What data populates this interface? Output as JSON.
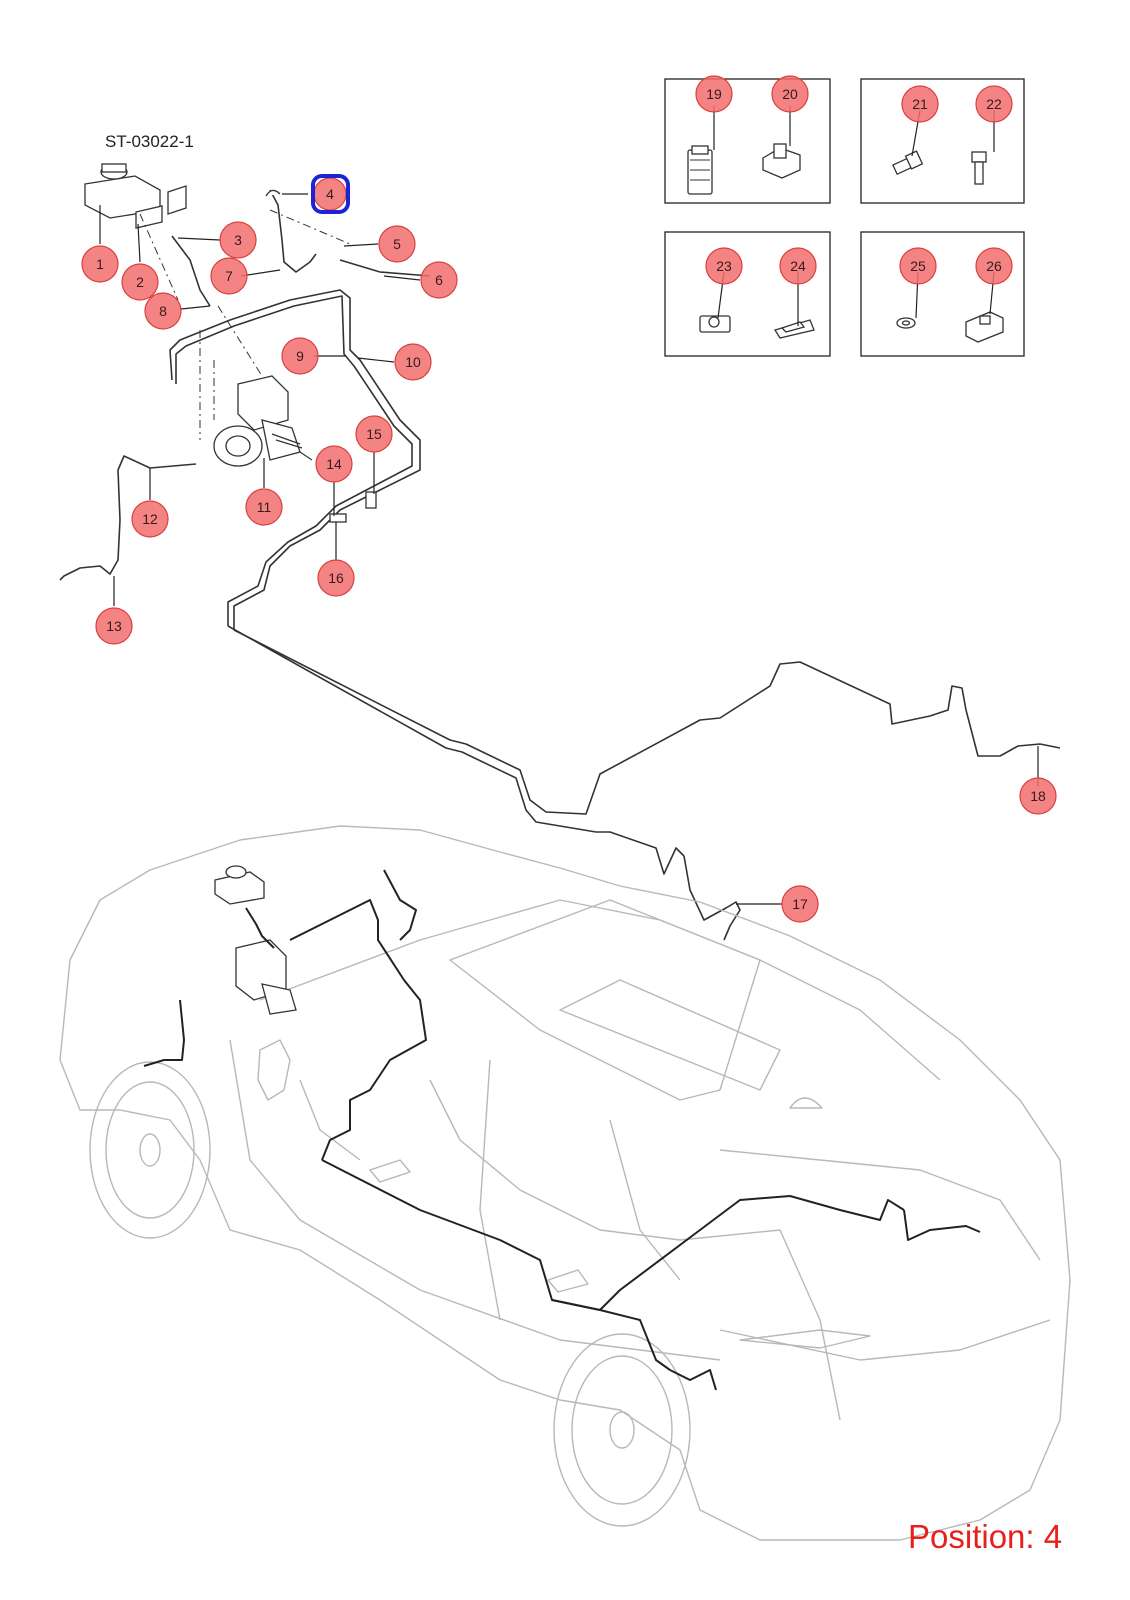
{
  "diagram_code": "ST-03022-1",
  "position_label": "Position: 4",
  "highlighted_callout": "4",
  "colors": {
    "callout_fill": "#f26e6e",
    "highlight_ring": "#1c24d8",
    "position_text": "#e8201c"
  },
  "callouts": {
    "c1": "1",
    "c2": "2",
    "c3": "3",
    "c4": "4",
    "c5": "5",
    "c6": "6",
    "c7": "7",
    "c8": "8",
    "c9": "9",
    "c10": "10",
    "c11": "11",
    "c12": "12",
    "c13": "13",
    "c14": "14",
    "c15": "15",
    "c16": "16",
    "c17": "17",
    "c18": "18",
    "c19": "19",
    "c20": "20",
    "c21": "21",
    "c22": "22",
    "c23": "23",
    "c24": "24",
    "c25": "25",
    "c26": "26"
  }
}
